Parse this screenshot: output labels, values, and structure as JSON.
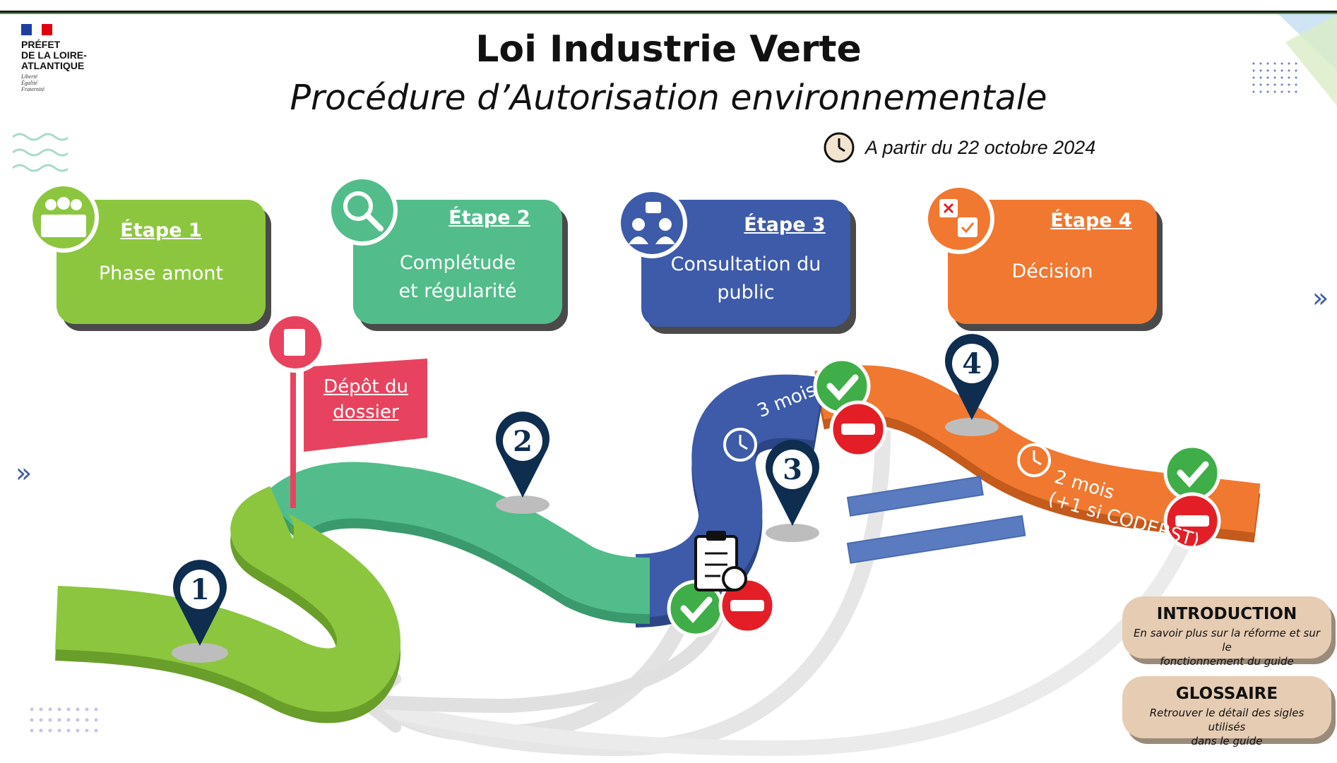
{
  "logo": {
    "title_lines": [
      "PRÉFET",
      "DE LA LOIRE-",
      "ATLANTIQUE"
    ],
    "motto_lines": [
      "Liberté",
      "Égalité",
      "Fraternité"
    ]
  },
  "header": {
    "title": "Loi Industrie Verte",
    "subtitle": "Procédure d’Autorisation environnementale",
    "date": "A partir du 22 octobre 2024"
  },
  "steps": [
    {
      "title": "Étape 1",
      "desc_lines": [
        "Phase amont"
      ],
      "color": "#8cc63f",
      "icon": "meeting-icon"
    },
    {
      "title": "Étape 2",
      "desc_lines": [
        "Complétude",
        "et régularité"
      ],
      "color": "#52bd8a",
      "icon": "magnifier-icon"
    },
    {
      "title": "Étape 3",
      "desc_lines": [
        "Consultation du",
        "public"
      ],
      "color": "#3d5ba9",
      "icon": "people-speech-icon"
    },
    {
      "title": "Étape 4",
      "desc_lines": [
        "Décision"
      ],
      "color": "#f07830",
      "icon": "decision-checkbox-icon"
    }
  ],
  "flag": {
    "lines": [
      "Dépôt du",
      "dossier"
    ],
    "color": "#e8435e",
    "icon": "document-icon"
  },
  "markers": [
    "1",
    "2",
    "3",
    "4"
  ],
  "durations": {
    "consultation": "3 mois",
    "decision_lines": [
      "2 mois",
      "(+1 si CODERST)"
    ]
  },
  "buttons": {
    "introduction": {
      "title": "INTRODUCTION",
      "desc_lines": [
        "En savoir plus sur la réforme et sur le",
        "fonctionnement du guide"
      ]
    },
    "glossaire": {
      "title": "GLOSSAIRE",
      "desc_lines": [
        "Retrouver le détail des sigles utilisés",
        "dans le guide"
      ]
    }
  },
  "nav": {
    "next_glyph": "»",
    "prev_glyph": "»"
  },
  "colors": {
    "green": "#8cc63f",
    "teal": "#52bd8a",
    "blue": "#3d5ba9",
    "orange": "#f07830",
    "navy": "#0e2d4f",
    "red": "#e41e26",
    "check_green": "#3fae49"
  }
}
